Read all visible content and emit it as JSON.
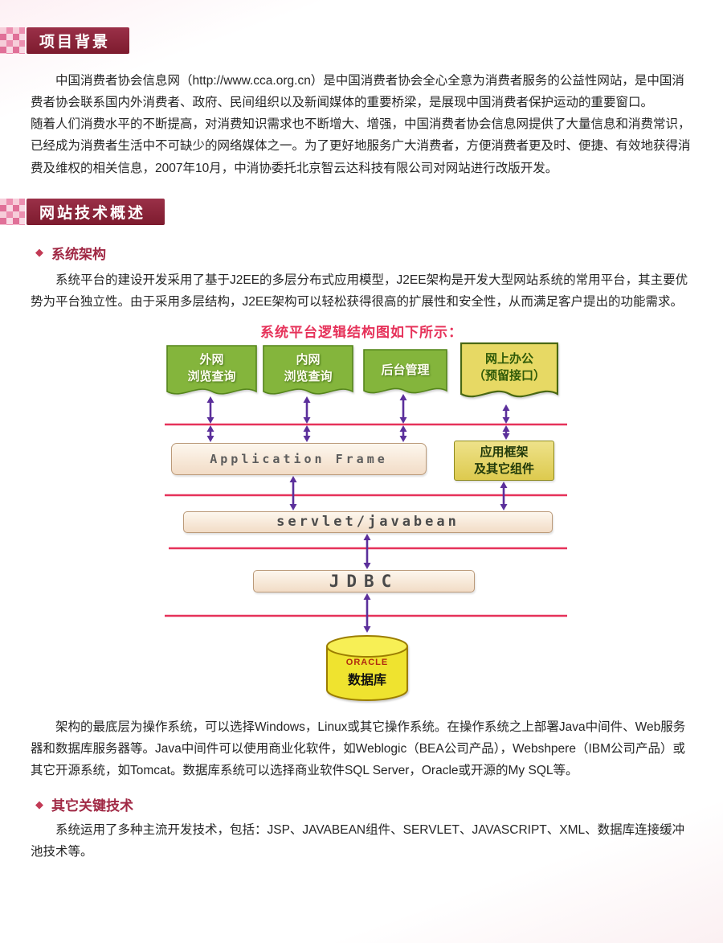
{
  "page": {
    "accent_maroon": "#7d1b2e",
    "accent_red": "#e6325a",
    "arrow_purple": "#5b2f9b",
    "box_green": "#84b53c",
    "box_yellow": "#e7d964"
  },
  "glyphs": {
    "diamond": "◆"
  },
  "sections": {
    "background": {
      "title": "项目背景",
      "p1": "中国消费者协会信息网（http://www.cca.org.cn）是中国消费者协会全心全意为消费者服务的公益性网站，是中国消费者协会联系国内外消费者、政府、民间组织以及新闻媒体的重要桥梁，是展现中国消费者保护运动的重要窗口。",
      "p2": "随着人们消费水平的不断提高，对消费知识需求也不断增大、增强，中国消费者协会信息网提供了大量信息和消费常识，已经成为消费者生活中不可缺少的网络媒体之一。为了更好地服务广大消费者，方便消费者更及时、便捷、有效地获得消费及维权的相关信息，2007年10月，中消协委托北京智云达科技有限公司对网站进行改版开发。"
    },
    "tech_overview": {
      "title": "网站技术概述",
      "architecture": {
        "heading": "系统架构",
        "p1": "系统平台的建设开发采用了基于J2EE的多层分布式应用模型，J2EE架构是开发大型网站系统的常用平台，其主要优势为平台独立性。由于采用多层结构，J2EE架构可以轻松获得很高的扩展性和安全性，从而满足客户提出的功能需求。",
        "p2_after_diagram": "架构的最底层为操作系统，可以选择Windows，Linux或其它操作系统。在操作系统之上部署Java中间件、Web服务器和数据库服务器等。Java中间件可以使用商业化软件，如Weblogic（BEA公司产品），Webshpere（IBM公司产品）或其它开源系统，如Tomcat。数据库系统可以选择商业软件SQL Server，Oracle或开源的My SQL等。"
      },
      "other_tech": {
        "heading": "其它关键技术",
        "p1": "系统运用了多种主流开发技术，包括：JSP、JAVABEAN组件、SERVLET、JAVASCRIPT、XML、数据库连接缓冲池技术等。"
      }
    }
  },
  "diagram": {
    "caption": "系统平台逻辑结构图如下所示：",
    "boxes": {
      "external_browse": "外网\n浏览查询",
      "internal_browse": "内网\n浏览查询",
      "backend_admin": "后台管理",
      "online_office": "网上办公\n（预留接口）",
      "application_frame": "Application Frame",
      "app_framework_components": "应用框架\n及其它组件",
      "servlet_javabean": "servlet/javabean",
      "jdbc": "JDBC",
      "database_label1": "ORACLE",
      "database_label2": "数据库"
    }
  }
}
